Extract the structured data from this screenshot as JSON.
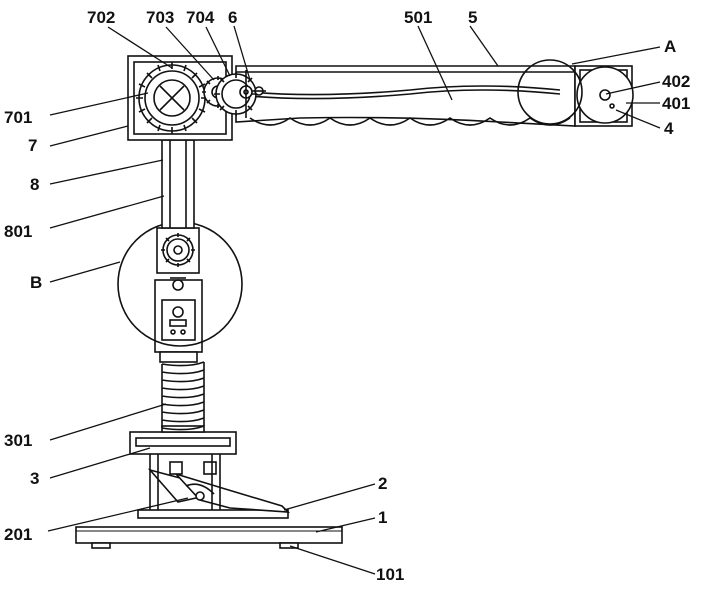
{
  "drawing": {
    "colors": {
      "line": "#111111",
      "paper": "#ffffff"
    },
    "labels": {
      "l702": "702",
      "l703": "703",
      "l704": "704",
      "l6": "6",
      "l501": "501",
      "l5": "5",
      "lA": "A",
      "l402": "402",
      "l401": "401",
      "l4": "4",
      "l701": "701",
      "l7": "7",
      "l8": "8",
      "l801": "801",
      "lB": "B",
      "l301": "301",
      "l3": "3",
      "l2": "2",
      "l201": "201",
      "l1": "1",
      "l101": "101"
    }
  }
}
